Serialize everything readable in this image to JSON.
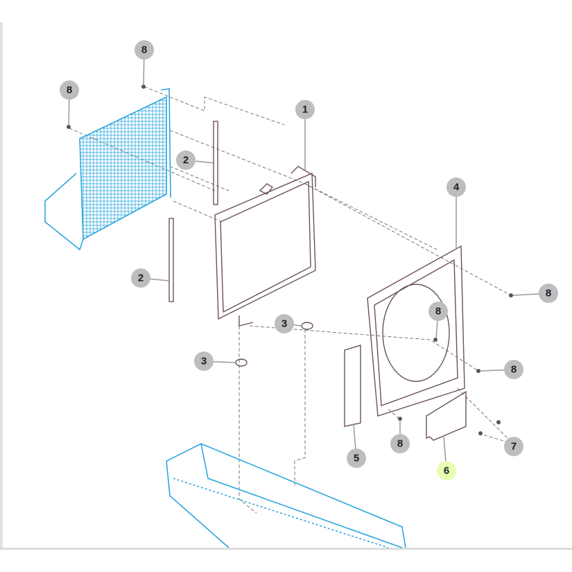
{
  "diagram": {
    "title": "Radiator assembly exploded parts view",
    "callouts": [
      "8",
      "8",
      "1",
      "2",
      "4",
      "2",
      "8",
      "8",
      "3",
      "3",
      "8",
      "8",
      "7",
      "5",
      "6"
    ],
    "highlighted_callout": "6",
    "colors": {
      "callout": "#bdbdbd",
      "highlight": "#e6ffb0",
      "context_parts": "#2ba6df",
      "parts": "#6b5050"
    }
  }
}
